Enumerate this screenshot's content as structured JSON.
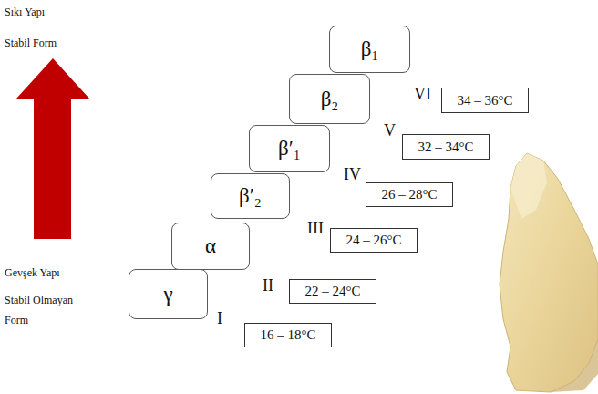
{
  "diagram": {
    "nodes": [
      {
        "text": [
          "γ"
        ]
      },
      {
        "text": [
          "α"
        ]
      },
      {
        "text": [
          "β′₂"
        ]
      },
      {
        "text": [
          "β′₁"
        ]
      },
      {
        "text": [
          "β₂"
        ]
      },
      {
        "text": [
          "β₁"
        ]
      },
      {
        "text": [
          "16 – 18°C"
        ]
      },
      {
        "text": [
          "22 – 24°C"
        ]
      },
      {
        "text": [
          "24 – 26°C"
        ]
      },
      {
        "text": [
          "26 – 28°C"
        ]
      },
      {
        "text": [
          "32 – 34°C"
        ]
      },
      {
        "text": [
          "34 – 36°C"
        ]
      }
    ],
    "labels": [
      "Sıkı Yapı",
      "Stabil Form",
      "Gevşek Yapı",
      "Stabil Olmayan Form",
      "I",
      "II",
      "III",
      "IV",
      "V",
      "VI"
    ]
  }
}
